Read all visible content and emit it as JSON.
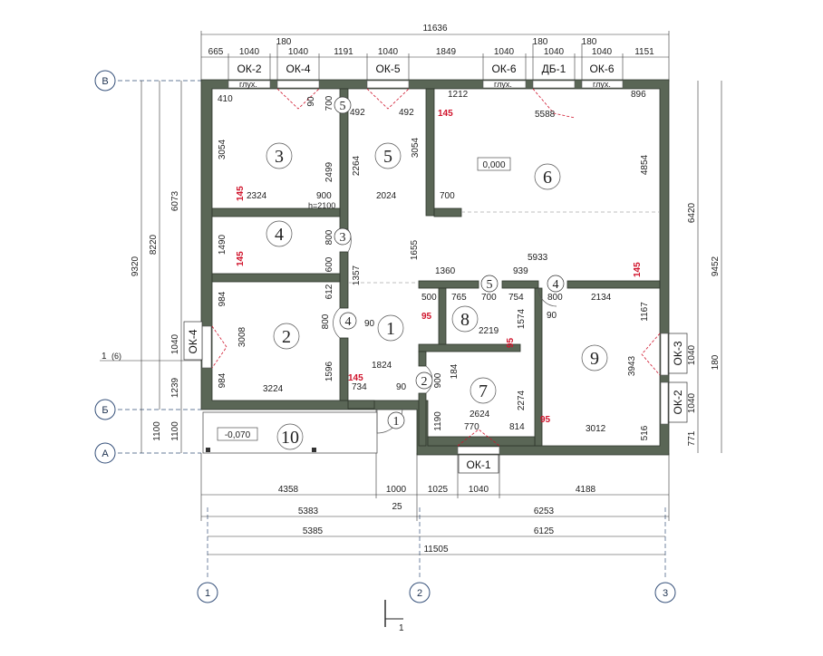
{
  "dims": {
    "overall_width": "11636",
    "top_chain": [
      "665",
      "1040",
      "180",
      "1040",
      "1191",
      "1040",
      "1849",
      "1040",
      "180",
      "1040",
      "180",
      "1040",
      "1151"
    ],
    "windows_top": [
      "ОК-2",
      "ОК-4",
      "ОК-5",
      "ОК-6",
      "ДБ-1",
      "ОК-6"
    ],
    "glukh": "глух.",
    "left_outer": "9320",
    "left_mid1": "8220",
    "left_mid2": "6073",
    "left_low": [
      "1040",
      "1239",
      "1100",
      "1100"
    ],
    "right_outer": "9452",
    "right_mid": "6420",
    "right_low": [
      "1040",
      "180",
      "1040",
      "771"
    ],
    "bottom1": [
      "4358",
      "1000",
      "1025",
      "1040",
      "4188"
    ],
    "bottom2": [
      "5383",
      "6253"
    ],
    "bottom3": [
      "5385",
      "6125"
    ],
    "bottom4": "11505",
    "bottom_25": "25",
    "interior": {
      "r3_w": "410",
      "r3_h": "3054",
      "r3_2499": "2499",
      "r3_2324": "2324",
      "r3_700": "700",
      "r5_492a": "492",
      "r5_492b": "492",
      "r5_2264": "2264",
      "r5_3054": "3054",
      "r5_2024": "2024",
      "r6_1212": "1212",
      "r6_5588": "5588",
      "r6_896": "896",
      "r6_4854": "4854",
      "r6_700": "700",
      "r6_level": "0,000",
      "door900": "900",
      "h2100": "h=2100",
      "r4_1490": "1490",
      "r4_800": "800",
      "r4_600": "600",
      "r4_1655": "1655",
      "hall_5933": "5933",
      "hall_1360": "1360",
      "hall_939": "939",
      "r2_984a": "984",
      "r2_3008": "3008",
      "r2_984b": "984",
      "r2_3224": "3224",
      "r2_612": "612",
      "r2_1357": "1357",
      "r2_800": "800",
      "r1_1596": "1596",
      "r1_1824": "1824",
      "r1_734": "734",
      "r1_90": "90",
      "r8_500": "500",
      "r8_765": "765",
      "r8_700": "700",
      "r8_754": "754",
      "r8_800": "800",
      "r8_2219": "2219",
      "r8_1574": "1574",
      "r8_90": "90",
      "r9_2134": "2134",
      "r9_1167": "1167",
      "r9_3943": "3943",
      "r9_3012": "3012",
      "r9_516": "516",
      "r7_184": "184",
      "r7_900": "900",
      "r7_2274": "2274",
      "r7_2624": "2624",
      "r7_1190": "1190",
      "r7_770": "770",
      "r7_814": "814",
      "r10_level": "-0,070",
      "red145": "145",
      "red95": "95",
      "v90": "90"
    }
  },
  "axes": {
    "top": "В",
    "mid": "Б",
    "bottom": "А",
    "cols": [
      "1",
      "2",
      "3"
    ]
  },
  "section": {
    "label": "1",
    "left_label": "1",
    "left_sub": "(6)"
  },
  "rooms": [
    "1",
    "2",
    "3",
    "4",
    "5",
    "6",
    "7",
    "8",
    "9",
    "10"
  ],
  "markers": [
    "1",
    "2",
    "3",
    "4",
    "5"
  ],
  "side_windows": {
    "left": "ОК-4",
    "right_top": "ОК-3",
    "right_bottom": "ОК-2",
    "bottom": "ОК-1"
  },
  "colors": {
    "wall": "#5a6656",
    "red": "#d0142c",
    "axis": "#35507a"
  }
}
